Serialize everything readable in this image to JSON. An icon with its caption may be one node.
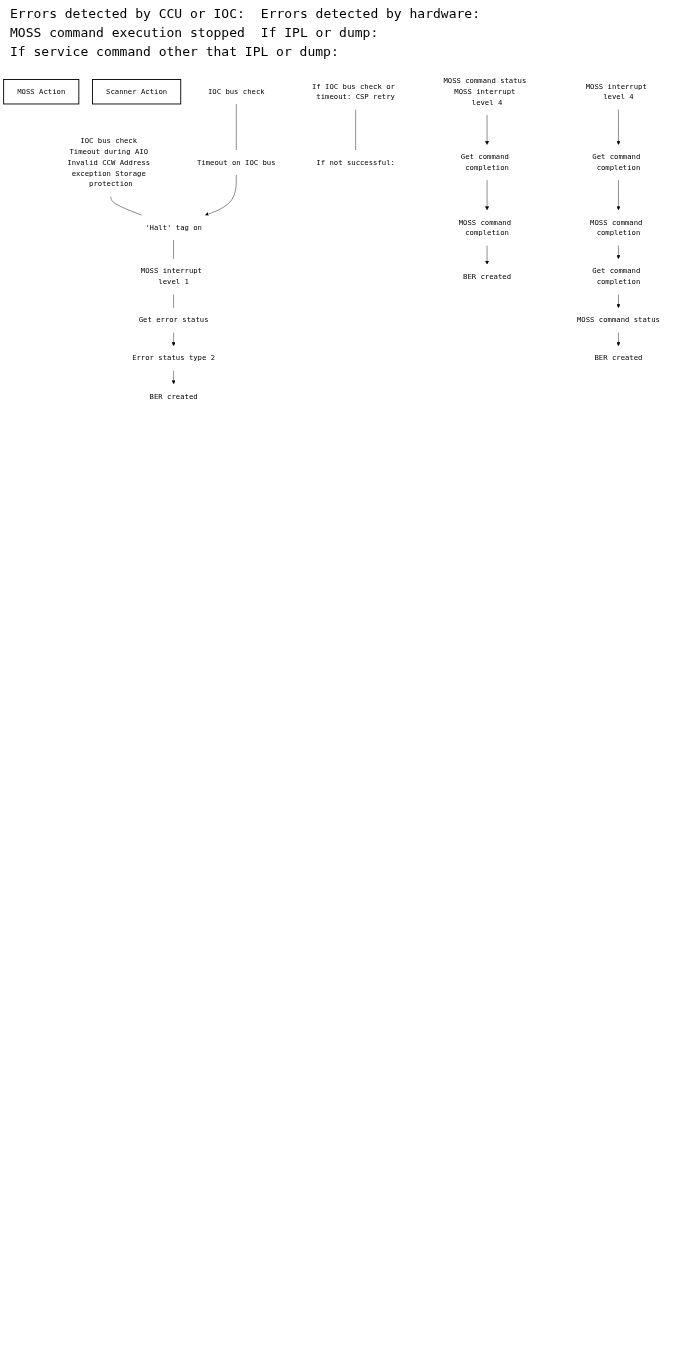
{
  "diagram": {
    "nodes": [
      {
        "text": [
          "MOSS Action"
        ]
      },
      {
        "text": [
          "Scanner Action"
        ]
      },
      {
        "text": [
          "IOC bus check Timeout during AIO Invalid CCW Address exception Storage protection"
        ]
      },
      {
        "text": [
          "IOC bus check"
        ]
      },
      {
        "text": [
          "Timeout on IOC bus"
        ]
      },
      {
        "text": [
          "'Halt' tag on"
        ]
      },
      {
        "text": [
          "MOSS interrupt level 1"
        ]
      },
      {
        "text": [
          "Get error status"
        ]
      },
      {
        "text": [
          "Error status type 2"
        ]
      },
      {
        "text": [
          "BER created"
        ]
      },
      {
        "text": [
          "If IOC bus check or timeout: CSP retry"
        ]
      },
      {
        "text": [
          "If not successful:"
        ]
      },
      {
        "text": [
          "MOSS command status MOSS interrupt level 4"
        ]
      },
      {
        "text": [
          "Get command completion"
        ]
      },
      {
        "text": [
          "MOSS command completion"
        ]
      },
      {
        "text": [
          "BER created"
        ]
      },
      {
        "text": [
          "MOSS interrupt level 4"
        ]
      },
      {
        "text": [
          "Get command completion"
        ]
      },
      {
        "text": [
          "MOSS command completion"
        ]
      },
      {
        "text": [
          "Get command completion"
        ]
      },
      {
        "text": [
          "MOSS command status"
        ]
      },
      {
        "text": [
          "BER created"
        ]
      }
    ],
    "edges": [
      {
        "from": 2,
        "to": 5,
        "arrow": "none"
      },
      {
        "from": 3,
        "to": 4,
        "arrow": "none"
      },
      {
        "from": 4,
        "to": 5,
        "arrow": "to"
      },
      {
        "from": 5,
        "to": 6,
        "arrow": "none"
      },
      {
        "from": 6,
        "to": 7,
        "arrow": "none"
      },
      {
        "from": 7,
        "to": 8,
        "arrow": "to"
      },
      {
        "from": 8,
        "to": 9,
        "arrow": "to"
      },
      {
        "from": 10,
        "to": 11,
        "arrow": "none"
      },
      {
        "from": 12,
        "to": 13,
        "arrow": "to"
      },
      {
        "from": 13,
        "to": 14,
        "arrow": "to"
      },
      {
        "from": 14,
        "to": 15,
        "arrow": "to"
      },
      {
        "from": 16,
        "to": 17,
        "arrow": "to"
      },
      {
        "from": 17,
        "to": 18,
        "arrow": "to"
      },
      {
        "from": 18,
        "to": 19,
        "arrow": "to"
      },
      {
        "from": 19,
        "to": 20,
        "arrow": "to"
      },
      {
        "from": 20,
        "to": 21,
        "arrow": "to"
      }
    ],
    "labels": [
      "Errors detected by CCU or IOC:",
      "Errors detected by hardware:",
      "MOSS command execution stopped",
      "If IPL or dump:",
      "If service command other that IPL or dump:"
    ]
  }
}
